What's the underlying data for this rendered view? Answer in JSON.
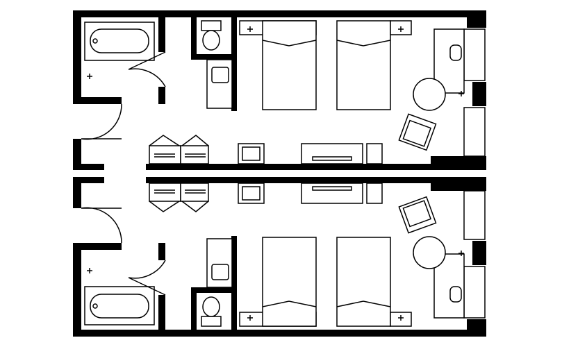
{
  "plan": {
    "type": "hotel-floor-plan",
    "units": [
      "top-room",
      "bottom-room"
    ],
    "colors": {
      "wall": "#000000",
      "background": "#ffffff"
    }
  }
}
